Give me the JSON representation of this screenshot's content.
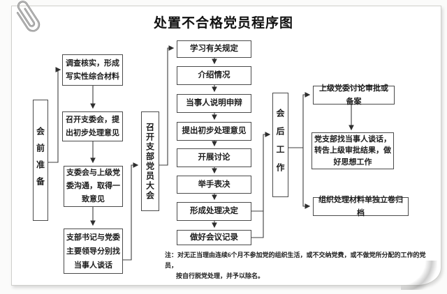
{
  "title": "处置不合格党员程序图",
  "phases": {
    "pre": {
      "label": "会前准备"
    },
    "meeting": {
      "label": "召开支部党员大会"
    },
    "post": {
      "label": "会后工作"
    }
  },
  "pre_steps": [
    "调查核实，形成写实性综合材料",
    "召开支委会，提出初步处理意见",
    "支委会与上级党委沟通，取得一致意见",
    "支部书记与党委主要领导分别找当事人谈话"
  ],
  "meeting_steps": [
    "学习有关规定",
    "介绍情况",
    "当事人说明申辩",
    "提出初步处理意见",
    "开展讨论",
    "举手表决",
    "形成处理决定",
    "做好会议记录"
  ],
  "post_steps": [
    "上级党委讨论审批或备案",
    "党支部找当事人谈话，转告上级审批结果，做好思想工作",
    "组织处理材料单独立卷归档"
  ],
  "note": {
    "line1": "注：对无正当理由连续6个月不参加党的组织生活，或不交纳党费，或不做党所分配的工作的党员，",
    "line2": "按自行脱党处理，并予以除名。"
  },
  "colors": {
    "line": "#3d3d3d",
    "box_border": "#4a4a4a",
    "card_border": "#cfcfcc",
    "text": "#1c1c1c"
  }
}
